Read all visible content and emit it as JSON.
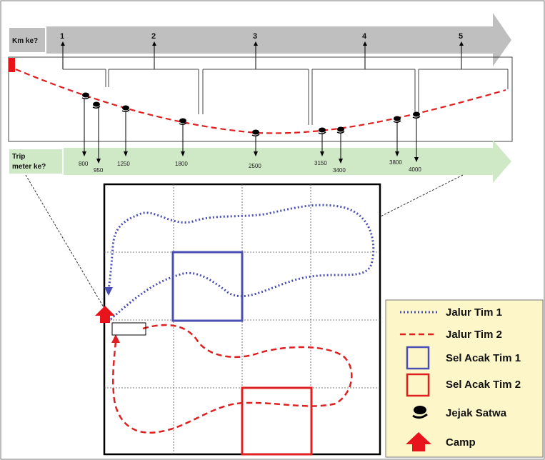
{
  "top_strip": {
    "km_label": "Km ke?",
    "km_marks": [
      "1",
      "2",
      "3",
      "4",
      "5"
    ],
    "trip_label_line1": "Trip",
    "trip_label_line2": "meter ke?",
    "trip_values": [
      "800",
      "950",
      "1250",
      "1800",
      "2500",
      "3150",
      "3400",
      "3800",
      "4000"
    ]
  },
  "legend": {
    "items": [
      {
        "label": "Jalur Tim 1",
        "symbol": "dotted-blue-line"
      },
      {
        "label": "Jalur Tim 2",
        "symbol": "dashed-red-line"
      },
      {
        "label": "Sel Acak Tim 1",
        "symbol": "blue-square"
      },
      {
        "label": "Sel Acak Tim 2",
        "symbol": "red-square"
      },
      {
        "label": "Jejak Satwa",
        "symbol": "footprint-icon"
      },
      {
        "label": "Camp",
        "symbol": "camp-arrow-icon"
      }
    ]
  },
  "colors": {
    "km_arrow": "#bfbfbf",
    "trip_arrow": "#cfe8c6",
    "team1": "#4a4fb3",
    "team2": "#e02020",
    "legend_bg": "#fdf6c9",
    "camp": "#e8141b"
  }
}
